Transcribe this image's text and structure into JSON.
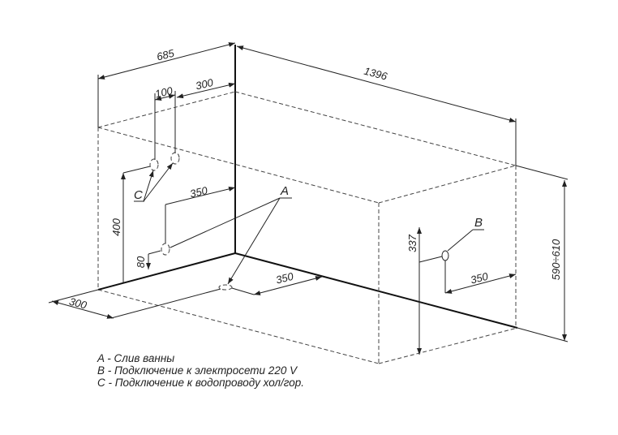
{
  "dimensions": {
    "width_685": "685",
    "length_1396": "1396",
    "c_spacing_100": "100",
    "c_offset_300": "300",
    "a_offset_350": "350",
    "c_height_400": "400",
    "a_height_80": "80",
    "drain_offset_350": "350",
    "drain_depth_300": "300",
    "b_height_337": "337",
    "b_offset_350": "350",
    "height_range": "590÷610"
  },
  "markers": {
    "a": "A",
    "b": "B",
    "c": "C"
  },
  "legend": [
    "A - Слив ванны",
    "B - Подключение к электросети 220 V",
    "C - Подключение к водопроводу хол/гор."
  ]
}
